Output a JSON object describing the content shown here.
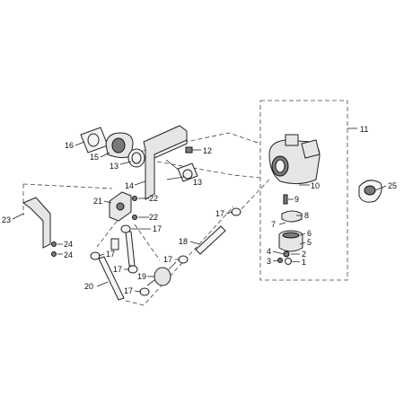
{
  "labels": {
    "l1": "1",
    "l2": "2",
    "l3": "3",
    "l4": "4",
    "l5": "5",
    "l6": "6",
    "l7": "7",
    "l8": "8",
    "l9": "9",
    "l10": "10",
    "l11": "11",
    "l12": "12",
    "l13a": "13",
    "l13b": "13",
    "l14": "14",
    "l15": "15",
    "l16": "16",
    "l17a": "17",
    "l17b": "17",
    "l17c": "17",
    "l17d": "17",
    "l17e": "17",
    "l17f": "17",
    "l18": "18",
    "l19": "19",
    "l20": "20",
    "l21": "21",
    "l22a": "22",
    "l22b": "22",
    "l23": "23",
    "l24a": "24",
    "l24b": "24",
    "l25": "25"
  }
}
